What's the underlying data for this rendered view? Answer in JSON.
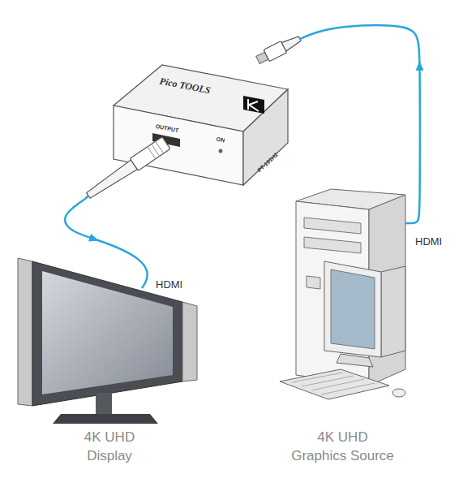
{
  "diagram": {
    "nodes": [
      {
        "text": [
          "Pico TOOLS",
          "OUTPUT",
          "ON",
          "PT-101H2"
        ]
      },
      {
        "text": [
          "4K UHD Display"
        ]
      },
      {
        "text": [
          "4K UHD Graphics Source"
        ]
      }
    ],
    "edges": [
      {
        "from": 2,
        "to": 0,
        "arrow": "to",
        "label": "HDMI"
      },
      {
        "from": 0,
        "to": 1,
        "arrow": "to",
        "label": "HDMI"
      }
    ]
  }
}
